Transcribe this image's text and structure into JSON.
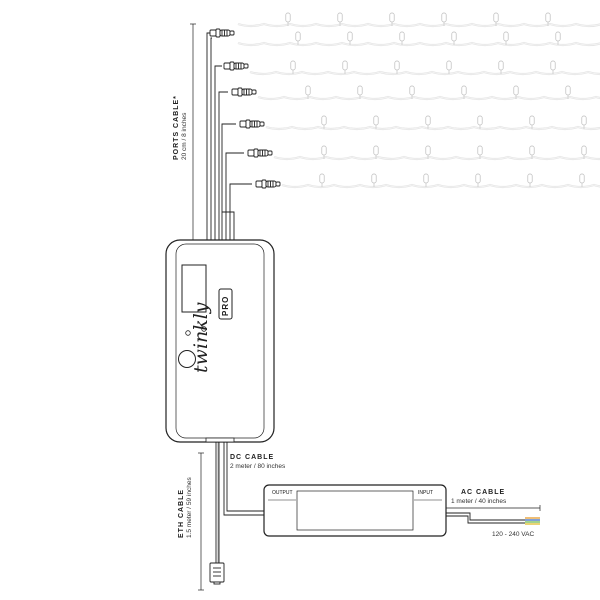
{
  "labels": {
    "ports_cable_title": "PORTS CABLE*",
    "ports_cable_length": "20 cm / 8 inches",
    "dc_cable_title": "DC CABLE",
    "dc_cable_length": "2 meter / 80 inches",
    "eth_cable_title": "ETH CABLE",
    "eth_cable_length": "1.5 meter / 59 inches",
    "ac_cable_title": "AC CABLE",
    "ac_cable_length": "1 meter / 40 inches",
    "voltage": "120 - 240 VAC"
  },
  "controller": {
    "brand_logo_text": "twinkly",
    "model_badge": "PRO"
  },
  "power_supply": {
    "output_label": "OUTPUT",
    "input_label": "INPUT"
  },
  "colors": {
    "line": "#222222",
    "string_wire": "#e2e2e2",
    "ac_wires": [
      "#e8a33c",
      "#4a78c8",
      "#7cbf5a",
      "#e2c23a"
    ]
  }
}
